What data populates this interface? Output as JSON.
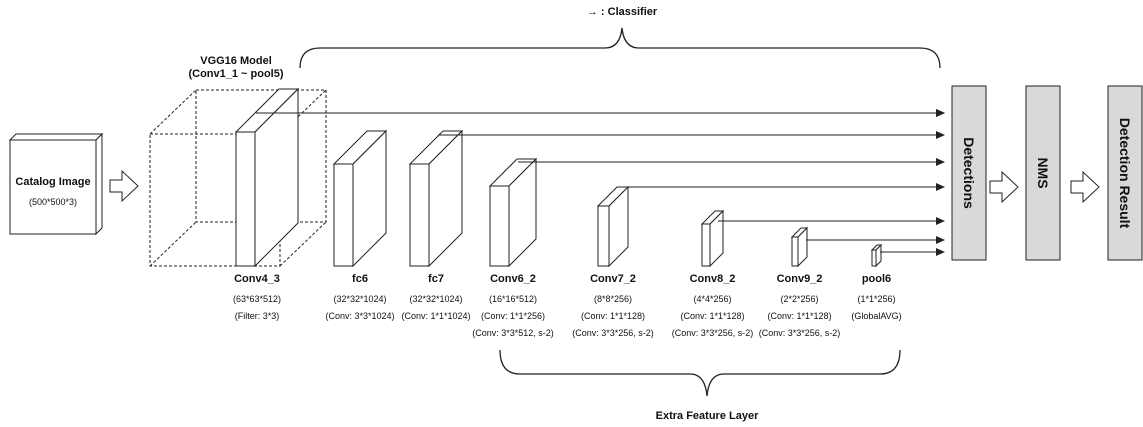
{
  "classifier_label": "→ : Classifier",
  "vgg": {
    "title": "VGG16 Model",
    "subtitle": "(Conv1_1 ~ pool5)"
  },
  "input": {
    "name": "Catalog Image",
    "size": "(500*500*3)"
  },
  "layers": [
    {
      "name": "Conv4_3",
      "size": "(63*63*512)",
      "op": "(Filter: 3*3)",
      "op2": ""
    },
    {
      "name": "fc6",
      "size": "(32*32*1024)",
      "op": "(Conv: 3*3*1024)",
      "op2": ""
    },
    {
      "name": "fc7",
      "size": "(32*32*1024)",
      "op": "(Conv: 1*1*1024)",
      "op2": ""
    },
    {
      "name": "Conv6_2",
      "size": "(16*16*512)",
      "op": "(Conv: 1*1*256)",
      "op2": "(Conv: 3*3*512, s-2)"
    },
    {
      "name": "Conv7_2",
      "size": "(8*8*256)",
      "op": "(Conv: 1*1*128)",
      "op2": "(Conv: 3*3*256, s-2)"
    },
    {
      "name": "Conv8_2",
      "size": "(4*4*256)",
      "op": "(Conv: 1*1*128)",
      "op2": "(Conv: 3*3*256, s-2)"
    },
    {
      "name": "Conv9_2",
      "size": "(2*2*256)",
      "op": "(Conv: 1*1*128)",
      "op2": "(Conv: 3*3*256, s-2)"
    },
    {
      "name": "pool6",
      "size": "(1*1*256)",
      "op": "(GlobalAVG)",
      "op2": ""
    }
  ],
  "outputs": [
    "Detections",
    "NMS",
    "Detection Result"
  ],
  "extra_label": "Extra Feature Layer",
  "colors": {
    "line": "#222222",
    "output_fill": "#d9d9d9",
    "box_fill": "#ffffff"
  }
}
